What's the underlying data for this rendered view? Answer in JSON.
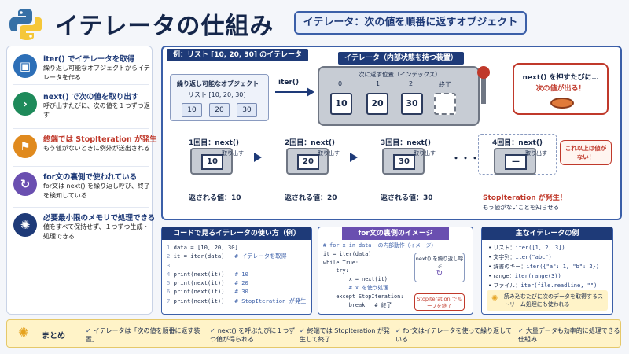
{
  "header": {
    "title": "イテレータの仕組み",
    "subtitle": "イテレータ：次の値を順番に返すオブジェクト"
  },
  "left_panel": [
    {
      "icon": "box-arrow-icon",
      "color": "#2d6fb7",
      "heading": "iter() でイテレータを取得",
      "text": "繰り返し可能なオブジェクトからイテレータを作る"
    },
    {
      "icon": "next-arrow-icon",
      "color": "#1e8a5a",
      "heading": "next() で次の値を取り出す",
      "text": "呼び出すたびに、次の値を１つずつ返す"
    },
    {
      "icon": "flag-icon",
      "color": "#e08a1e",
      "heading": "終端では StopIteration が発生",
      "text": "もう値がないときに例外が送出される"
    },
    {
      "icon": "loop-icon",
      "color": "#6a4fb0",
      "heading": "for文の裏側で使われている",
      "text": "for文は next() を繰り返し呼び、終了を検知している"
    },
    {
      "icon": "lightbulb-icon",
      "color": "#1e3a78",
      "heading": "必要最小限のメモリで処理できる",
      "text": "値をすべて保持せず、１つずつ生成・処理できる"
    }
  ],
  "example": {
    "tag": "例：リスト [10, 20, 30] のイテレータ",
    "iterable_label": "繰り返し可能なオブジェクト",
    "iterable_list": "リスト [10, 20, 30]",
    "iterable_values": [
      "10",
      "20",
      "30"
    ],
    "iter_call": "iter()",
    "machine_tag": "イテレータ（内部状態を持つ装置）",
    "machine_header": "次に返す位置（インデックス）",
    "indexes": [
      "0",
      "1",
      "2",
      "終了"
    ],
    "slot_values": [
      "10",
      "20",
      "30",
      ""
    ],
    "bubble_line1": "next() を押すたびに…",
    "bubble_line2": "次の値が出る！"
  },
  "steps": [
    {
      "label": "1回目：next()",
      "take": "取り出す",
      "value": "10",
      "ret": "返される値：10"
    },
    {
      "label": "2回目：next()",
      "take": "取り出す",
      "value": "20",
      "ret": "返される値：20"
    },
    {
      "label": "3回目：next()",
      "take": "取り出す",
      "value": "30",
      "ret": "返される値：30"
    },
    {
      "label": "4回目：next()",
      "take": "取り出す",
      "value": "—",
      "ret": "StopIteration が発生！",
      "note": "もう値がないことを知らせる"
    }
  ],
  "ellipsis": "・・・",
  "no_more": "これ以上は値がない！",
  "code_panel": {
    "title": "コードで見るイテレータの使い方（例）",
    "lines": [
      {
        "n": "1",
        "code": "data = [10, 20, 30]",
        "comment": ""
      },
      {
        "n": "2",
        "code": "it = iter(data)",
        "comment": "# イテレータを取得"
      },
      {
        "n": "3",
        "code": "",
        "comment": ""
      },
      {
        "n": "4",
        "code": "print(next(it))",
        "comment": "# 10"
      },
      {
        "n": "5",
        "code": "print(next(it))",
        "comment": "# 20"
      },
      {
        "n": "6",
        "code": "print(next(it))",
        "comment": "# 30"
      },
      {
        "n": "7",
        "code": "print(next(it))",
        "comment": "# StopIteration が発生"
      }
    ]
  },
  "for_panel": {
    "title": "for文の裏側のイメージ",
    "lines": [
      "# for x in data: の内部動作（イメージ）",
      "it = iter(data)",
      "while True:",
      "    try:",
      "        x = next(it)",
      "        # x を使う処理",
      "    except StopIteration:",
      "        break   # 終了"
    ],
    "loop_label": "next() を繰り返し呼ぶ",
    "stop_label": "StopIteration でループを終了"
  },
  "examples_panel": {
    "title": "主なイテレータの例",
    "items": [
      {
        "label": "リスト：",
        "code": "iter([1, 2, 3])"
      },
      {
        "label": "文字列：",
        "code": "iter(\"abc\")"
      },
      {
        "label": "辞書のキー：",
        "code": "iter({\"a\": 1, \"b\": 2})"
      },
      {
        "label": "range：",
        "code": "iter(range(3))"
      },
      {
        "label": "ファイル：",
        "code": "iter(file.readline, \"\")"
      }
    ],
    "note": "読み込むたびに次のデータを取得するストリーム処理にも使われる"
  },
  "footer": {
    "label": "まとめ",
    "items": [
      "イテレータは「次の値を順番に返す装置」",
      "next() を呼ぶたびに１つずつ値が得られる",
      "終端では StopIteration が発生して終了",
      "for文はイテレータを使って繰り返している",
      "大量データも効率的に処理できる仕組み"
    ]
  },
  "colors": {
    "accent": "#1e3a78",
    "alert": "#c0392b"
  }
}
